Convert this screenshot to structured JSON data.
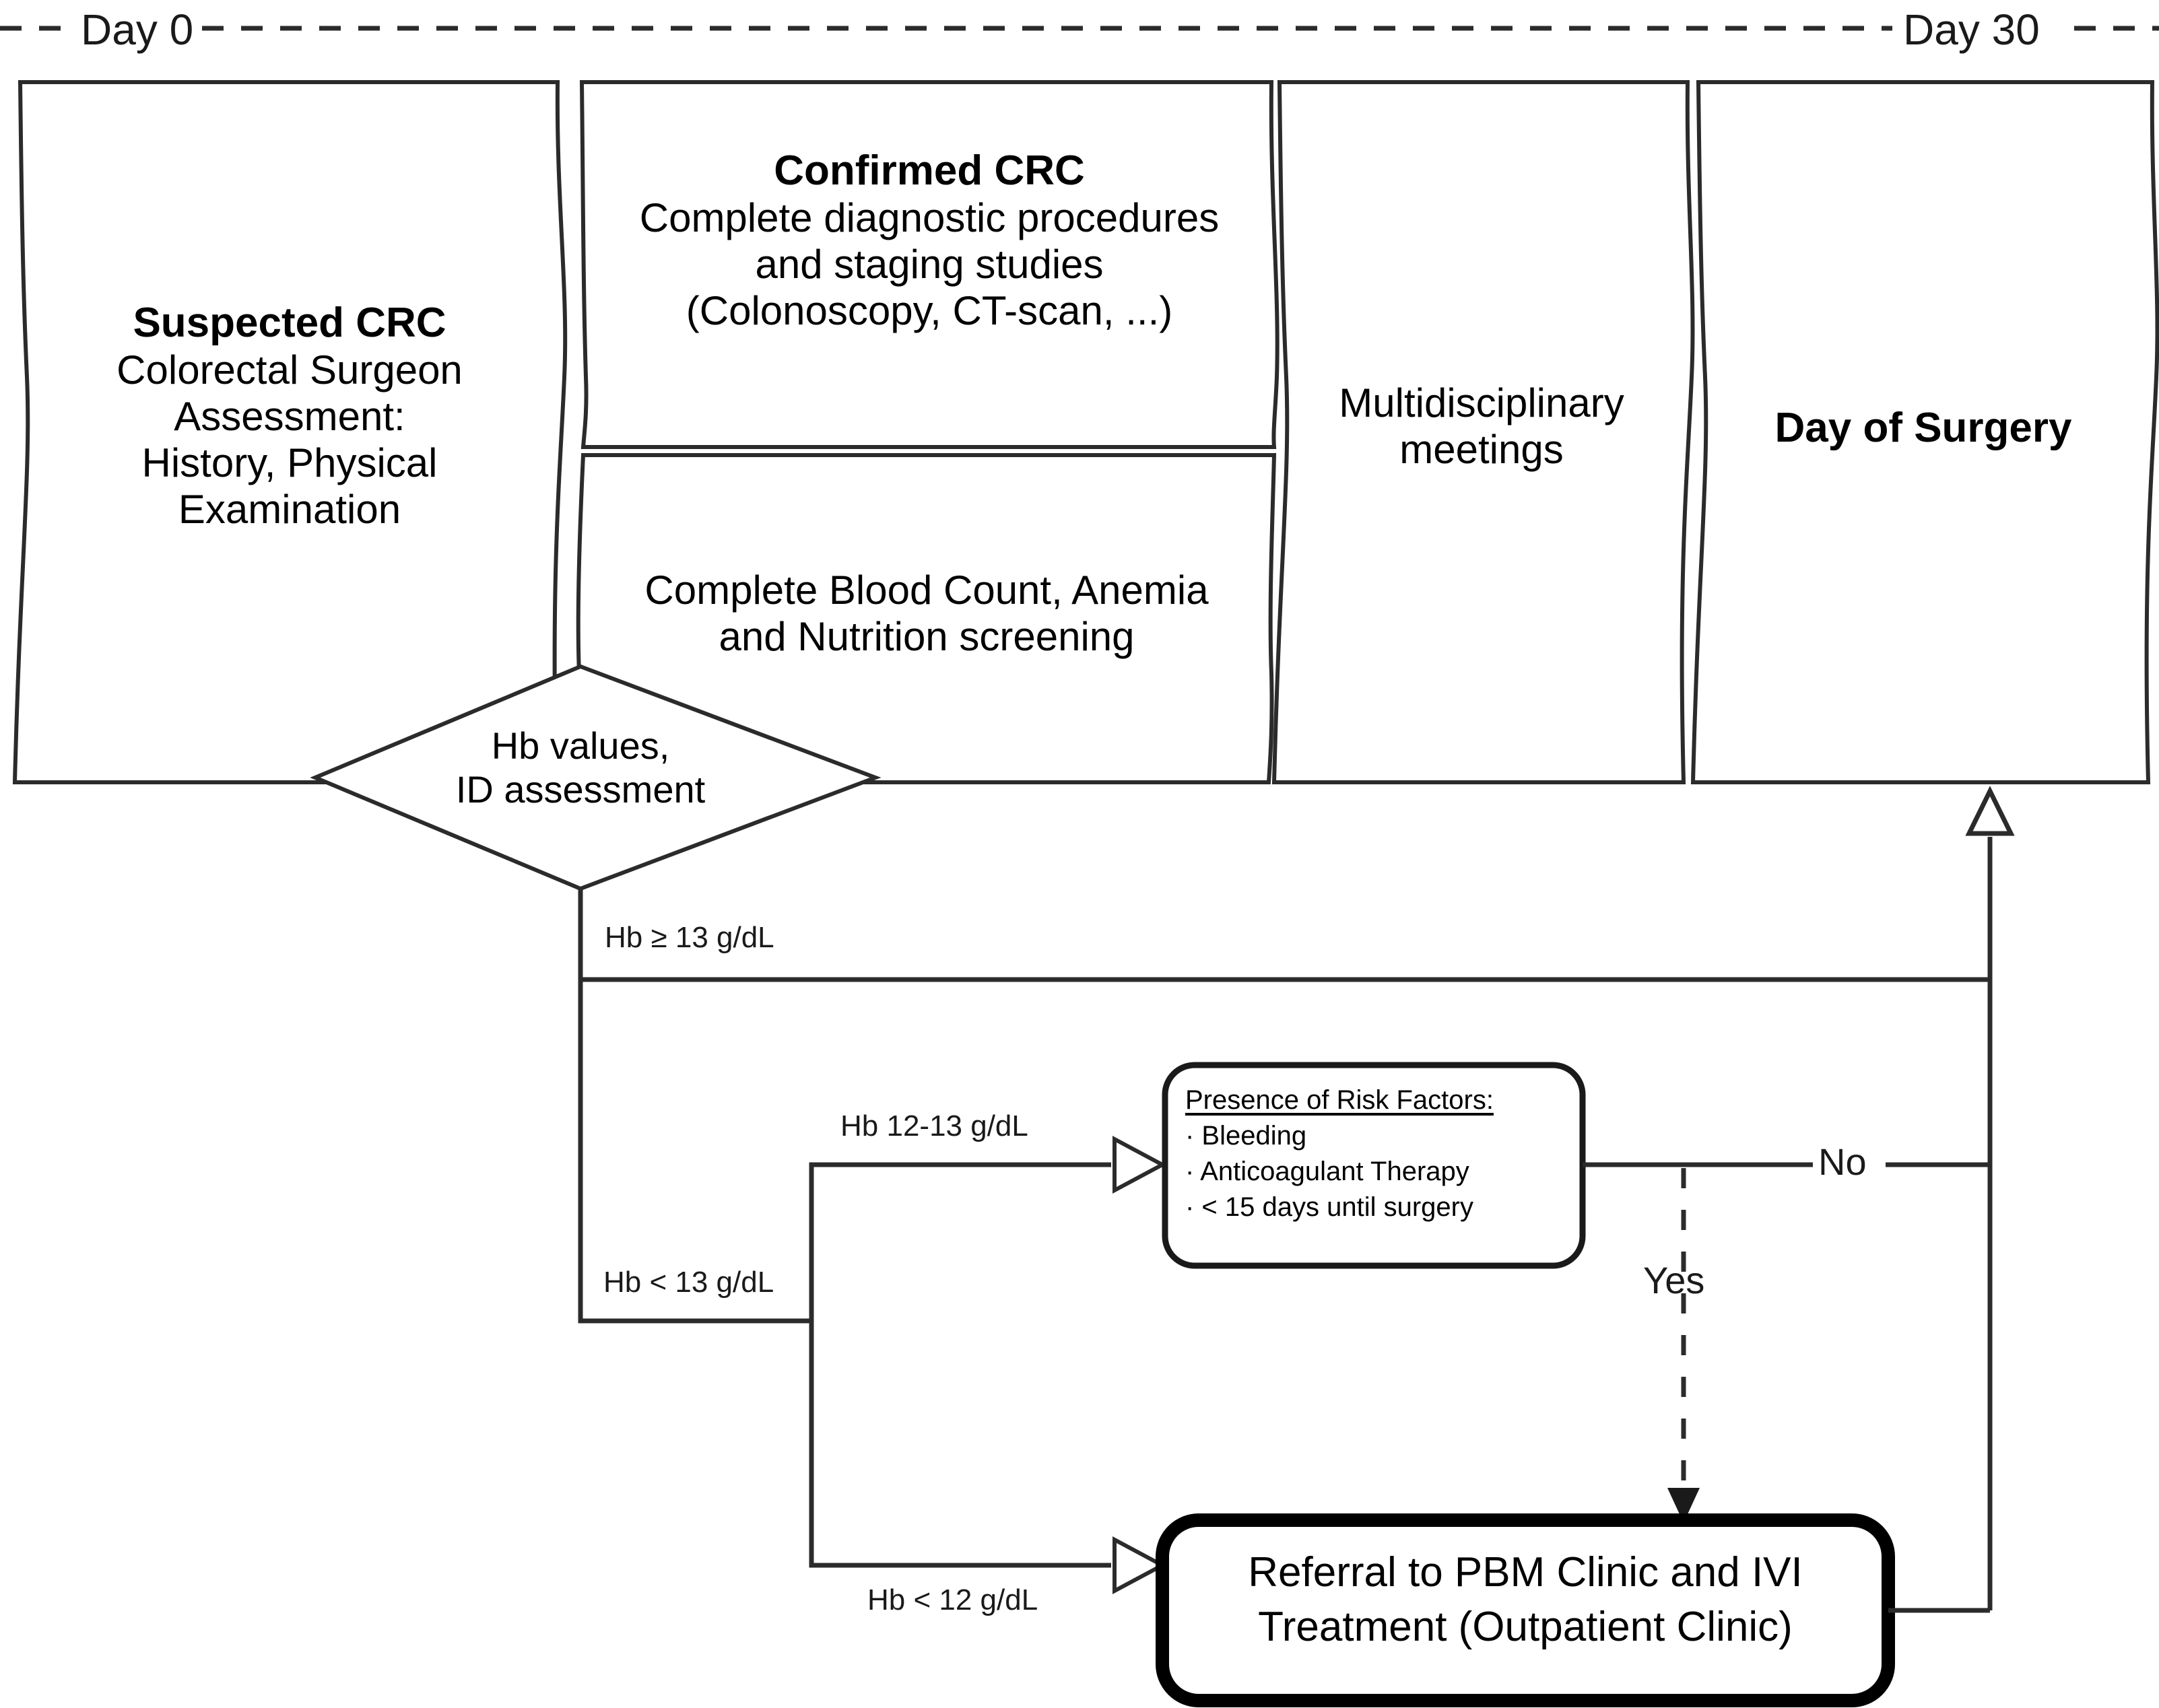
{
  "diagram": {
    "type": "flowchart",
    "title_left": "Day 0",
    "title_right": "Day 30",
    "timeline": {
      "start_label": "Day 0",
      "end_label": "Day 30",
      "style": "dashed"
    },
    "stages": [
      {
        "id": "suspected-crc",
        "title": "Suspected CRC",
        "body_lines": [
          "Colorectal Surgeon",
          "Assessment:",
          "History, Physical",
          "Examination"
        ]
      },
      {
        "id": "confirmed-crc",
        "title": "Confirmed CRC",
        "body_lines": [
          "Complete diagnostic procedures",
          "and staging studies",
          "(Colonoscopy, CT-scan, ...)"
        ]
      },
      {
        "id": "blood-count",
        "title": "",
        "body_lines": [
          "Complete Blood Count, Anemia",
          "and Nutrition screening"
        ]
      },
      {
        "id": "mdt",
        "title": "",
        "body_lines": [
          "Multidisciplinary",
          "meetings"
        ]
      },
      {
        "id": "day-of-surgery",
        "title": "Day of Surgery",
        "body_lines": []
      }
    ],
    "decision": {
      "id": "hb-decision",
      "lines": [
        "Hb values,",
        "ID assessment"
      ]
    },
    "risk_factors_box": {
      "id": "risk-factors",
      "heading": "Presence of Risk Factors:",
      "items": [
        "· Bleeding",
        "· Anticoagulant Therapy",
        "· < 15 days until surgery"
      ]
    },
    "terminal_box": {
      "id": "pbm-referral",
      "lines": [
        "Referral to PBM Clinic and IVI",
        "Treatment (Outpatient Clinic)"
      ]
    },
    "edge_labels": {
      "hb_ge_13": "Hb ≥ 13 g/dL",
      "hb_lt_13": "Hb < 13 g/dL",
      "hb_12_13": "Hb 12-13 g/dL",
      "hb_lt_12": "Hb < 12 g/dL",
      "yes": "Yes",
      "no": "No"
    },
    "colors": {
      "stroke": "#2b2b2b",
      "background": "#ffffff",
      "text": "#1a1a1a",
      "emphasis_stroke": "#000000"
    }
  }
}
